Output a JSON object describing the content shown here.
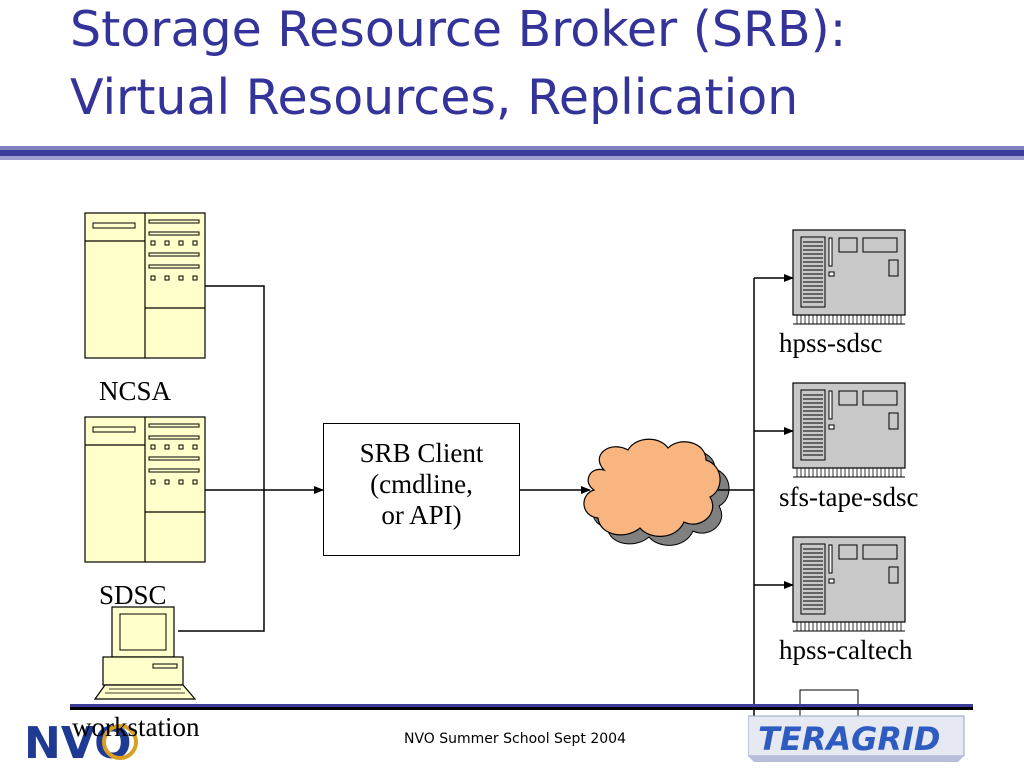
{
  "slide": {
    "title_line1": "Storage Resource Broker (SRB):",
    "title_line2": "Virtual Resources, Replication",
    "footer": "NVO Summer School Sept 2004",
    "title_color": "#333399"
  },
  "sources": [
    {
      "label": "NCSA",
      "icon": "server-tower-icon"
    },
    {
      "label": "SDSC",
      "icon": "server-tower-icon"
    },
    {
      "label": "workstation",
      "icon": "desktop-computer-icon"
    }
  ],
  "client": {
    "line1": "SRB Client",
    "line2": "(cmdline,",
    "line3": "or API)"
  },
  "network": {
    "icon": "cloud-icon",
    "fill": "#f9b57f"
  },
  "resources": [
    {
      "label": "hpss-sdsc",
      "icon": "storage-server-icon"
    },
    {
      "label": "sfs-tape-sdsc",
      "icon": "storage-server-icon"
    },
    {
      "label": "hpss-caltech",
      "icon": "storage-server-icon"
    }
  ],
  "colors": {
    "server_fill": "#ffffcc",
    "storage_fill": "#c8c8c8",
    "rule": "#3b3b99"
  },
  "logos": {
    "left": "NVO",
    "right": "TERAGRID"
  }
}
